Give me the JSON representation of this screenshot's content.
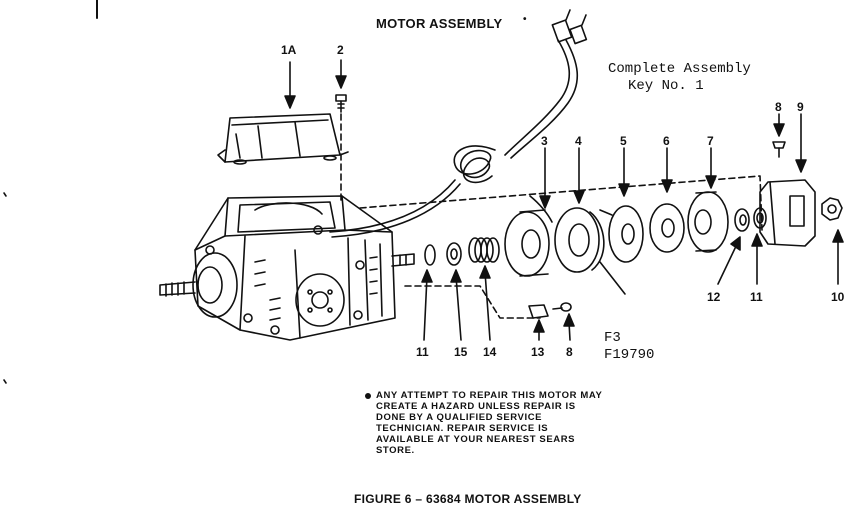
{
  "header": {
    "title": "MOTOR ASSEMBLY"
  },
  "complete_assembly": {
    "line1": "Complete Assembly",
    "line2": "Key No. 1"
  },
  "part_labels": {
    "p1a": "1A",
    "p2": "2",
    "p3": "3",
    "p4": "4",
    "p5": "5",
    "p6": "6",
    "p7": "7",
    "p8_top": "8",
    "p9": "9",
    "p10": "10",
    "p11_right": "11",
    "p12": "12",
    "p11_left": "11",
    "p15": "15",
    "p14": "14",
    "p13": "13",
    "p8_bottom": "8"
  },
  "reference": {
    "f3": "F3",
    "code": "F19790"
  },
  "warning": {
    "bullet": "●",
    "text": "ANY ATTEMPT TO REPAIR THIS MOTOR MAY\nCREATE A HAZARD UNLESS REPAIR IS\nDONE BY A QUALIFIED SERVICE\nTECHNICIAN. REPAIR SERVICE IS\nAVAILABLE AT YOUR NEAREST SEARS\nSTORE."
  },
  "caption": {
    "text": "FIGURE 6 – 63684 MOTOR ASSEMBLY"
  },
  "colors": {
    "ink": "#111111",
    "paper": "#ffffff"
  }
}
